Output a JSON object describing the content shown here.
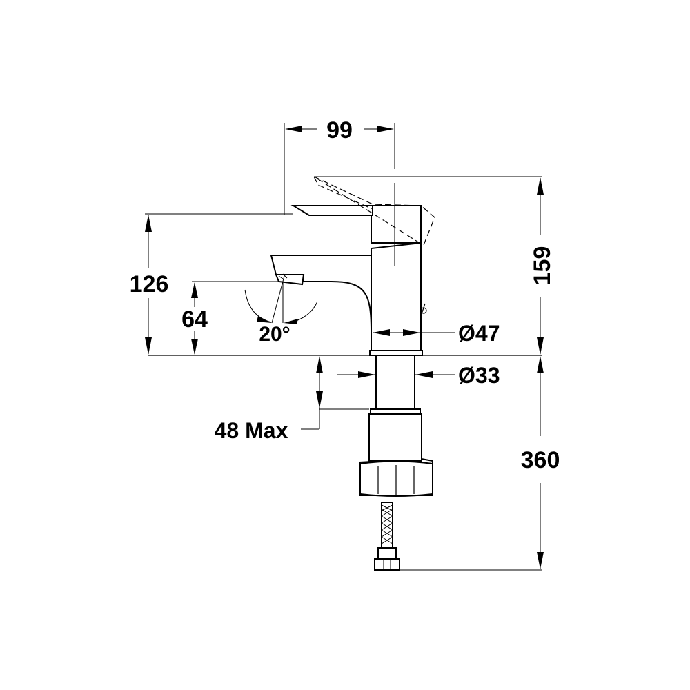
{
  "dimensions": {
    "spout_reach": "99",
    "total_height": "159",
    "spout_top_height": "126",
    "spout_outlet_height": "64",
    "outlet_angle": "20°",
    "body_diameter": "Ø47",
    "shank_diameter": "Ø33",
    "max_deck_thickness": "48 Max",
    "hose_length": "360"
  },
  "colors": {
    "line": "#000000",
    "background": "#ffffff"
  }
}
